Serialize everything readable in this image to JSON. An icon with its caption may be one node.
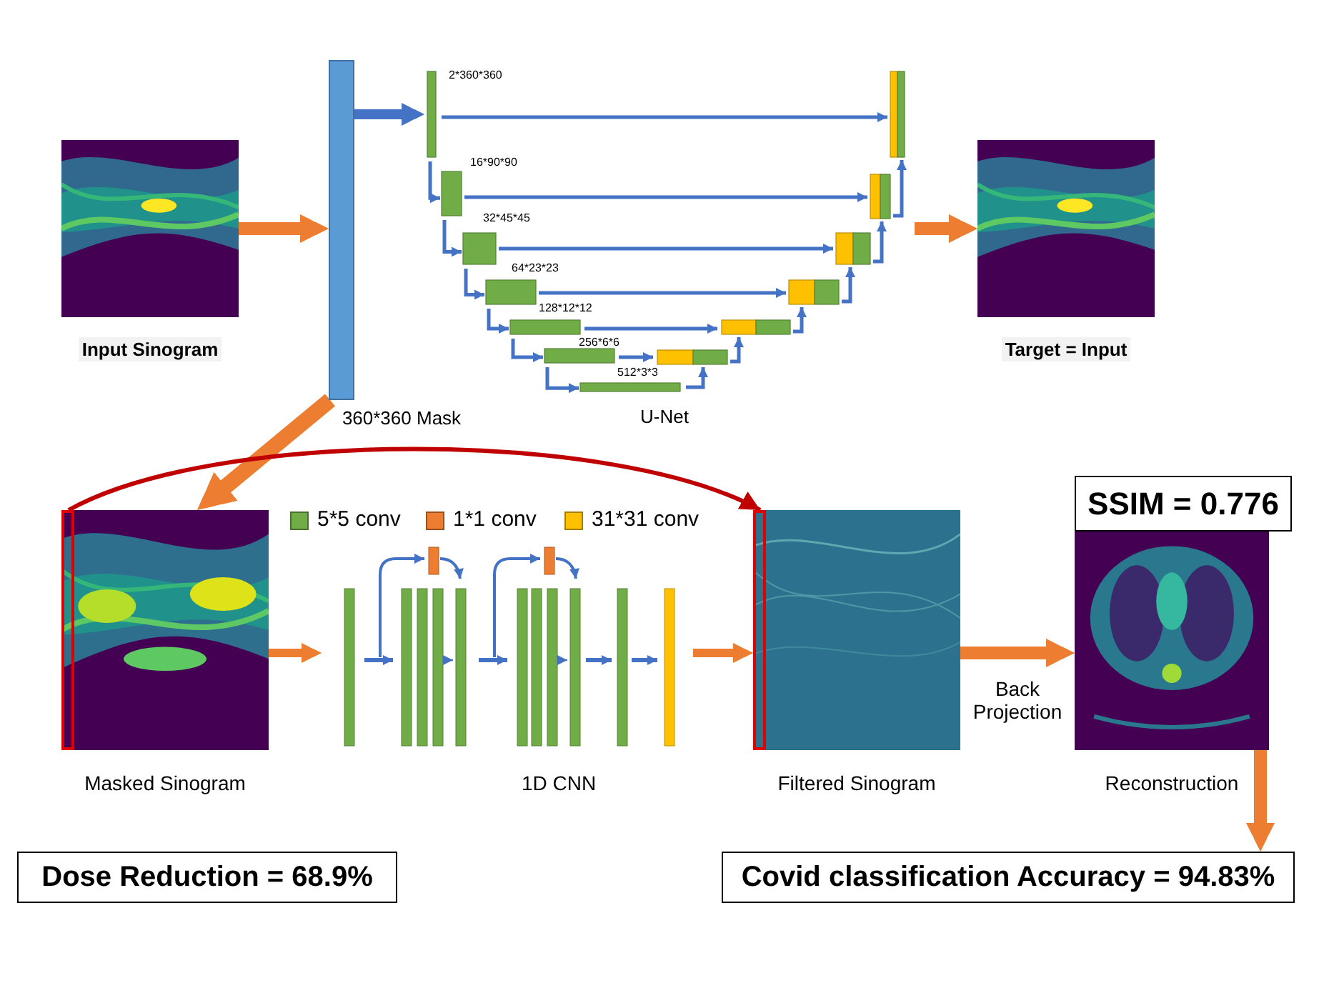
{
  "diagram": {
    "nodes": [
      {
        "text": [],
        "shape": "picture",
        "beside": [
          "Input Sinogram"
        ]
      },
      {
        "text": [],
        "shape": "bar",
        "beside": [
          "360*360 Mask"
        ]
      },
      {
        "text": [
          "U-Net"
        ]
      },
      {
        "text": [],
        "shape": "picture",
        "beside": [
          "Target = Input"
        ]
      },
      {
        "text": [],
        "shape": "picture",
        "beside": [
          "Masked Sinogram"
        ]
      },
      {
        "text": [
          "1D CNN"
        ]
      },
      {
        "text": [],
        "shape": "picture",
        "beside": [
          "Filtered Sinogram"
        ]
      },
      {
        "text": [],
        "shape": "picture",
        "beside": [
          "Reconstruction"
        ]
      },
      {
        "text": [
          "SSIM = 0.776"
        ]
      },
      {
        "text": [
          "Dose Reduction = 68.9%"
        ]
      },
      {
        "text": [
          "Covid classification Accuracy = 94.83%"
        ]
      }
    ],
    "edges": [
      {
        "from": 0,
        "to": 1,
        "arrow": "to"
      },
      {
        "from": 1,
        "to": 2,
        "arrow": "to",
        "color": "#4472c4"
      },
      {
        "from": 2,
        "to": 3,
        "arrow": "to"
      },
      {
        "from": 1,
        "to": 4,
        "arrow": "to"
      },
      {
        "from": 4,
        "to": 5,
        "arrow": "to"
      },
      {
        "from": 5,
        "to": 6,
        "arrow": "to"
      },
      {
        "from": 4,
        "to": 6,
        "arrow": "to",
        "color": "#c00000"
      },
      {
        "from": 6,
        "to": 7,
        "arrow": "to",
        "label": "Back Projection"
      },
      {
        "from": 7,
        "to": 10,
        "arrow": "to"
      }
    ],
    "labels": [
      "2*360*360",
      "16*90*90",
      "32*45*45",
      "64*23*23",
      "128*12*12",
      "256*6*6",
      "512*3*3"
    ],
    "legend": [
      {
        "text": "5*5 conv",
        "color": "#70ad47"
      },
      {
        "text": "1*1 conv",
        "color": "#ed7d31"
      },
      {
        "text": "31*31 conv",
        "color": "#ffc000"
      }
    ]
  }
}
